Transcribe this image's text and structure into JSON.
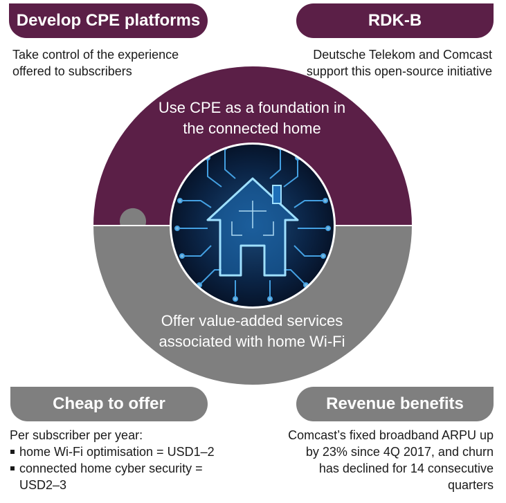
{
  "tabs": {
    "top_left": "Develop CPE platforms",
    "top_right": "RDK-B",
    "bottom_left": "Cheap to offer",
    "bottom_right": "Revenue benefits"
  },
  "descriptions": {
    "top_left": "Take control of the experience offered to subscribers",
    "top_right": "Deutsche Telekom and Comcast support this open-source initiative",
    "bottom_left_heading": "Per subscriber per year:",
    "bottom_left_items": [
      "home Wi-Fi optimisation = USD1–2",
      "connected home cyber security = USD2–3"
    ],
    "bottom_right": "Comcast’s fixed broadband ARPU up by 23% since 4Q 2017, and churn has declined for 14 consecutive quarters"
  },
  "center": {
    "top_text": "Use CPE as a foundation in the connected home",
    "bottom_text": "Offer value-added services associated with home Wi-Fi",
    "image": "circuit-house-icon"
  },
  "colors": {
    "purple": "#5b1f47",
    "gray": "#7f7f7f",
    "circuit_bg": "#0a1a33",
    "circuit_glow": "#4fb8ff"
  }
}
